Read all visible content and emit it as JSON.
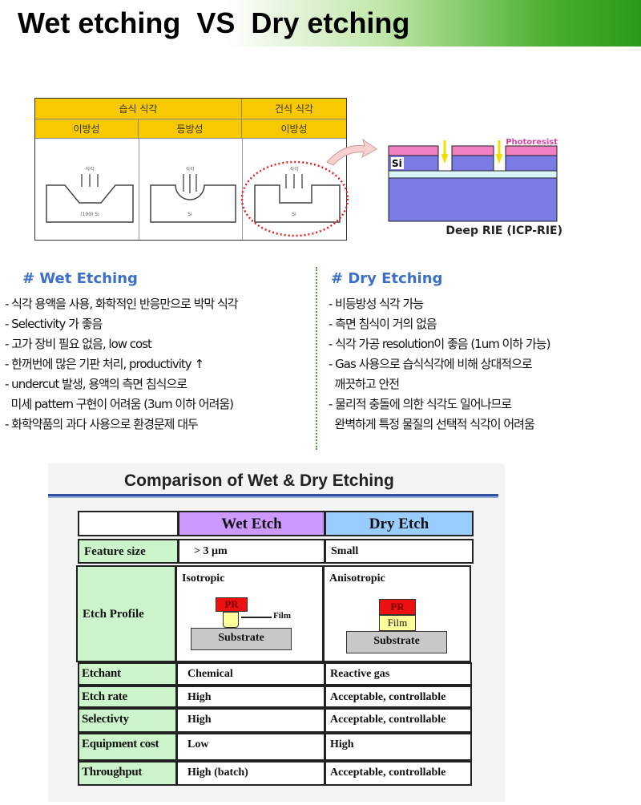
{
  "title": "Wet etching  VS  Dry etching",
  "figure": {
    "header_wet": "습식 식각",
    "header_dry": "건식 식각",
    "sub": [
      "이방성",
      "등방성",
      "이방성"
    ],
    "etch_label": "식각",
    "si_labels": [
      "(100) Si",
      "Si",
      "Si"
    ],
    "drie_photoresist": "Photoresist",
    "drie_si": "Si",
    "drie_caption": "Deep RIE (ICP-RIE)"
  },
  "wet": {
    "heading": "# Wet Etching",
    "lines": [
      "- 식각 용액을 사용, 화학적인 반응만으로 박막 식각",
      "- Selectivity 가 좋음",
      "- 고가 장비 필요 없음, low cost",
      "- 한꺼번에 많은 기판 처리, productivity ↑",
      "- undercut 발생, 용액의 측면 침식으로",
      "  미세 pattern 구현이 어려움 (3um 이하 어려움)",
      "- 화학약품의 과다 사용으로 환경문제 대두"
    ]
  },
  "dry": {
    "heading": "# Dry Etching",
    "lines": [
      "- 비등방성 식각 가능",
      "- 측면 침식이 거의 없음",
      "- 식각 가공 resolution이 좋음 (1um 이하 가능)",
      "- Gas 사용으로 습식식각에 비해 상대적으로",
      "  깨끗하고 안전",
      "- 물리적 충돌에 의한 식각도 일어나므로",
      "  완벽하게 특정 물질의 선택적 식각이 어려움"
    ]
  },
  "comparison": {
    "title": "Comparison of Wet & Dry Etching",
    "col_wet": "Wet Etch",
    "col_dry": "Dry Etch",
    "colors": {
      "wet": "#cc99ff",
      "dry": "#99ccff",
      "label": "#ccf5cc",
      "pr": "#ee1111",
      "film": "#ffff99",
      "substrate": "#c8c8c8"
    },
    "feature": {
      "label": "Feature size",
      "wet": "> 3 µm",
      "dry": "Small"
    },
    "profile": {
      "label": "Etch Profile",
      "wet": "Isotropic",
      "dry": "Anisotropic",
      "pr": "PR",
      "film": "Film",
      "substrate": "Substrate"
    },
    "rows": [
      {
        "label": "Etchant",
        "wet": "Chemical",
        "dry": "Reactive gas"
      },
      {
        "label": "Etch rate",
        "wet": "High",
        "dry": "Acceptable, controllable"
      },
      {
        "label": "Selectivty",
        "wet": "High",
        "dry": "Acceptable, controllable"
      },
      {
        "label": "Equipment cost",
        "wet": "Low",
        "dry": "High"
      },
      {
        "label": "Throughput",
        "wet": "High (batch)",
        "dry": "Acceptable, controllable"
      }
    ]
  }
}
